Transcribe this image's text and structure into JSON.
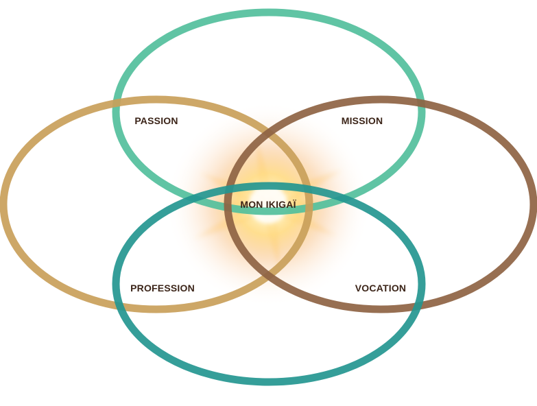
{
  "diagram": {
    "labels": {
      "passion": "PASSION",
      "mission": "MISSION",
      "profession": "PROFESSION",
      "vocation": "VOCATION",
      "center": "MON IKIGAÏ"
    },
    "circles": {
      "top": {
        "color": "#52bf9c"
      },
      "left": {
        "color": "#c9a05a"
      },
      "right": {
        "color": "#8e6343"
      },
      "bottom": {
        "color": "#249690"
      }
    },
    "glow_colors": {
      "core": "#ffffff",
      "inner": "#ffd65a",
      "outer": "#f59a3a"
    }
  }
}
